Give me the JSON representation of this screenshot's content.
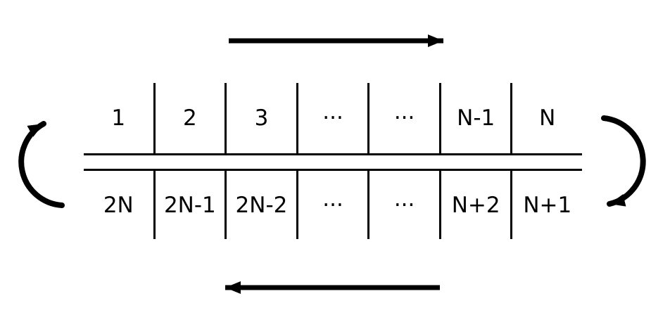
{
  "diagram": {
    "background_color": "#ffffff",
    "line_color": "#000000",
    "rows": {
      "top": {
        "cells": [
          "1",
          "2",
          "3",
          "···",
          "···",
          "N-1",
          "N"
        ]
      },
      "bottom": {
        "cells": [
          "2N",
          "2N-1",
          "2N-2",
          "···",
          "···",
          "N+2",
          "N+1"
        ]
      }
    },
    "arrows": {
      "top": {
        "icon": "arrow-right-icon",
        "direction": "right"
      },
      "bottom": {
        "icon": "arrow-left-icon",
        "direction": "left"
      },
      "left": {
        "icon": "curved-arrow-up-right-icon",
        "direction": "bottom-row-to-top-row"
      },
      "right": {
        "icon": "curved-arrow-down-left-icon",
        "direction": "top-row-to-bottom-row"
      }
    }
  }
}
